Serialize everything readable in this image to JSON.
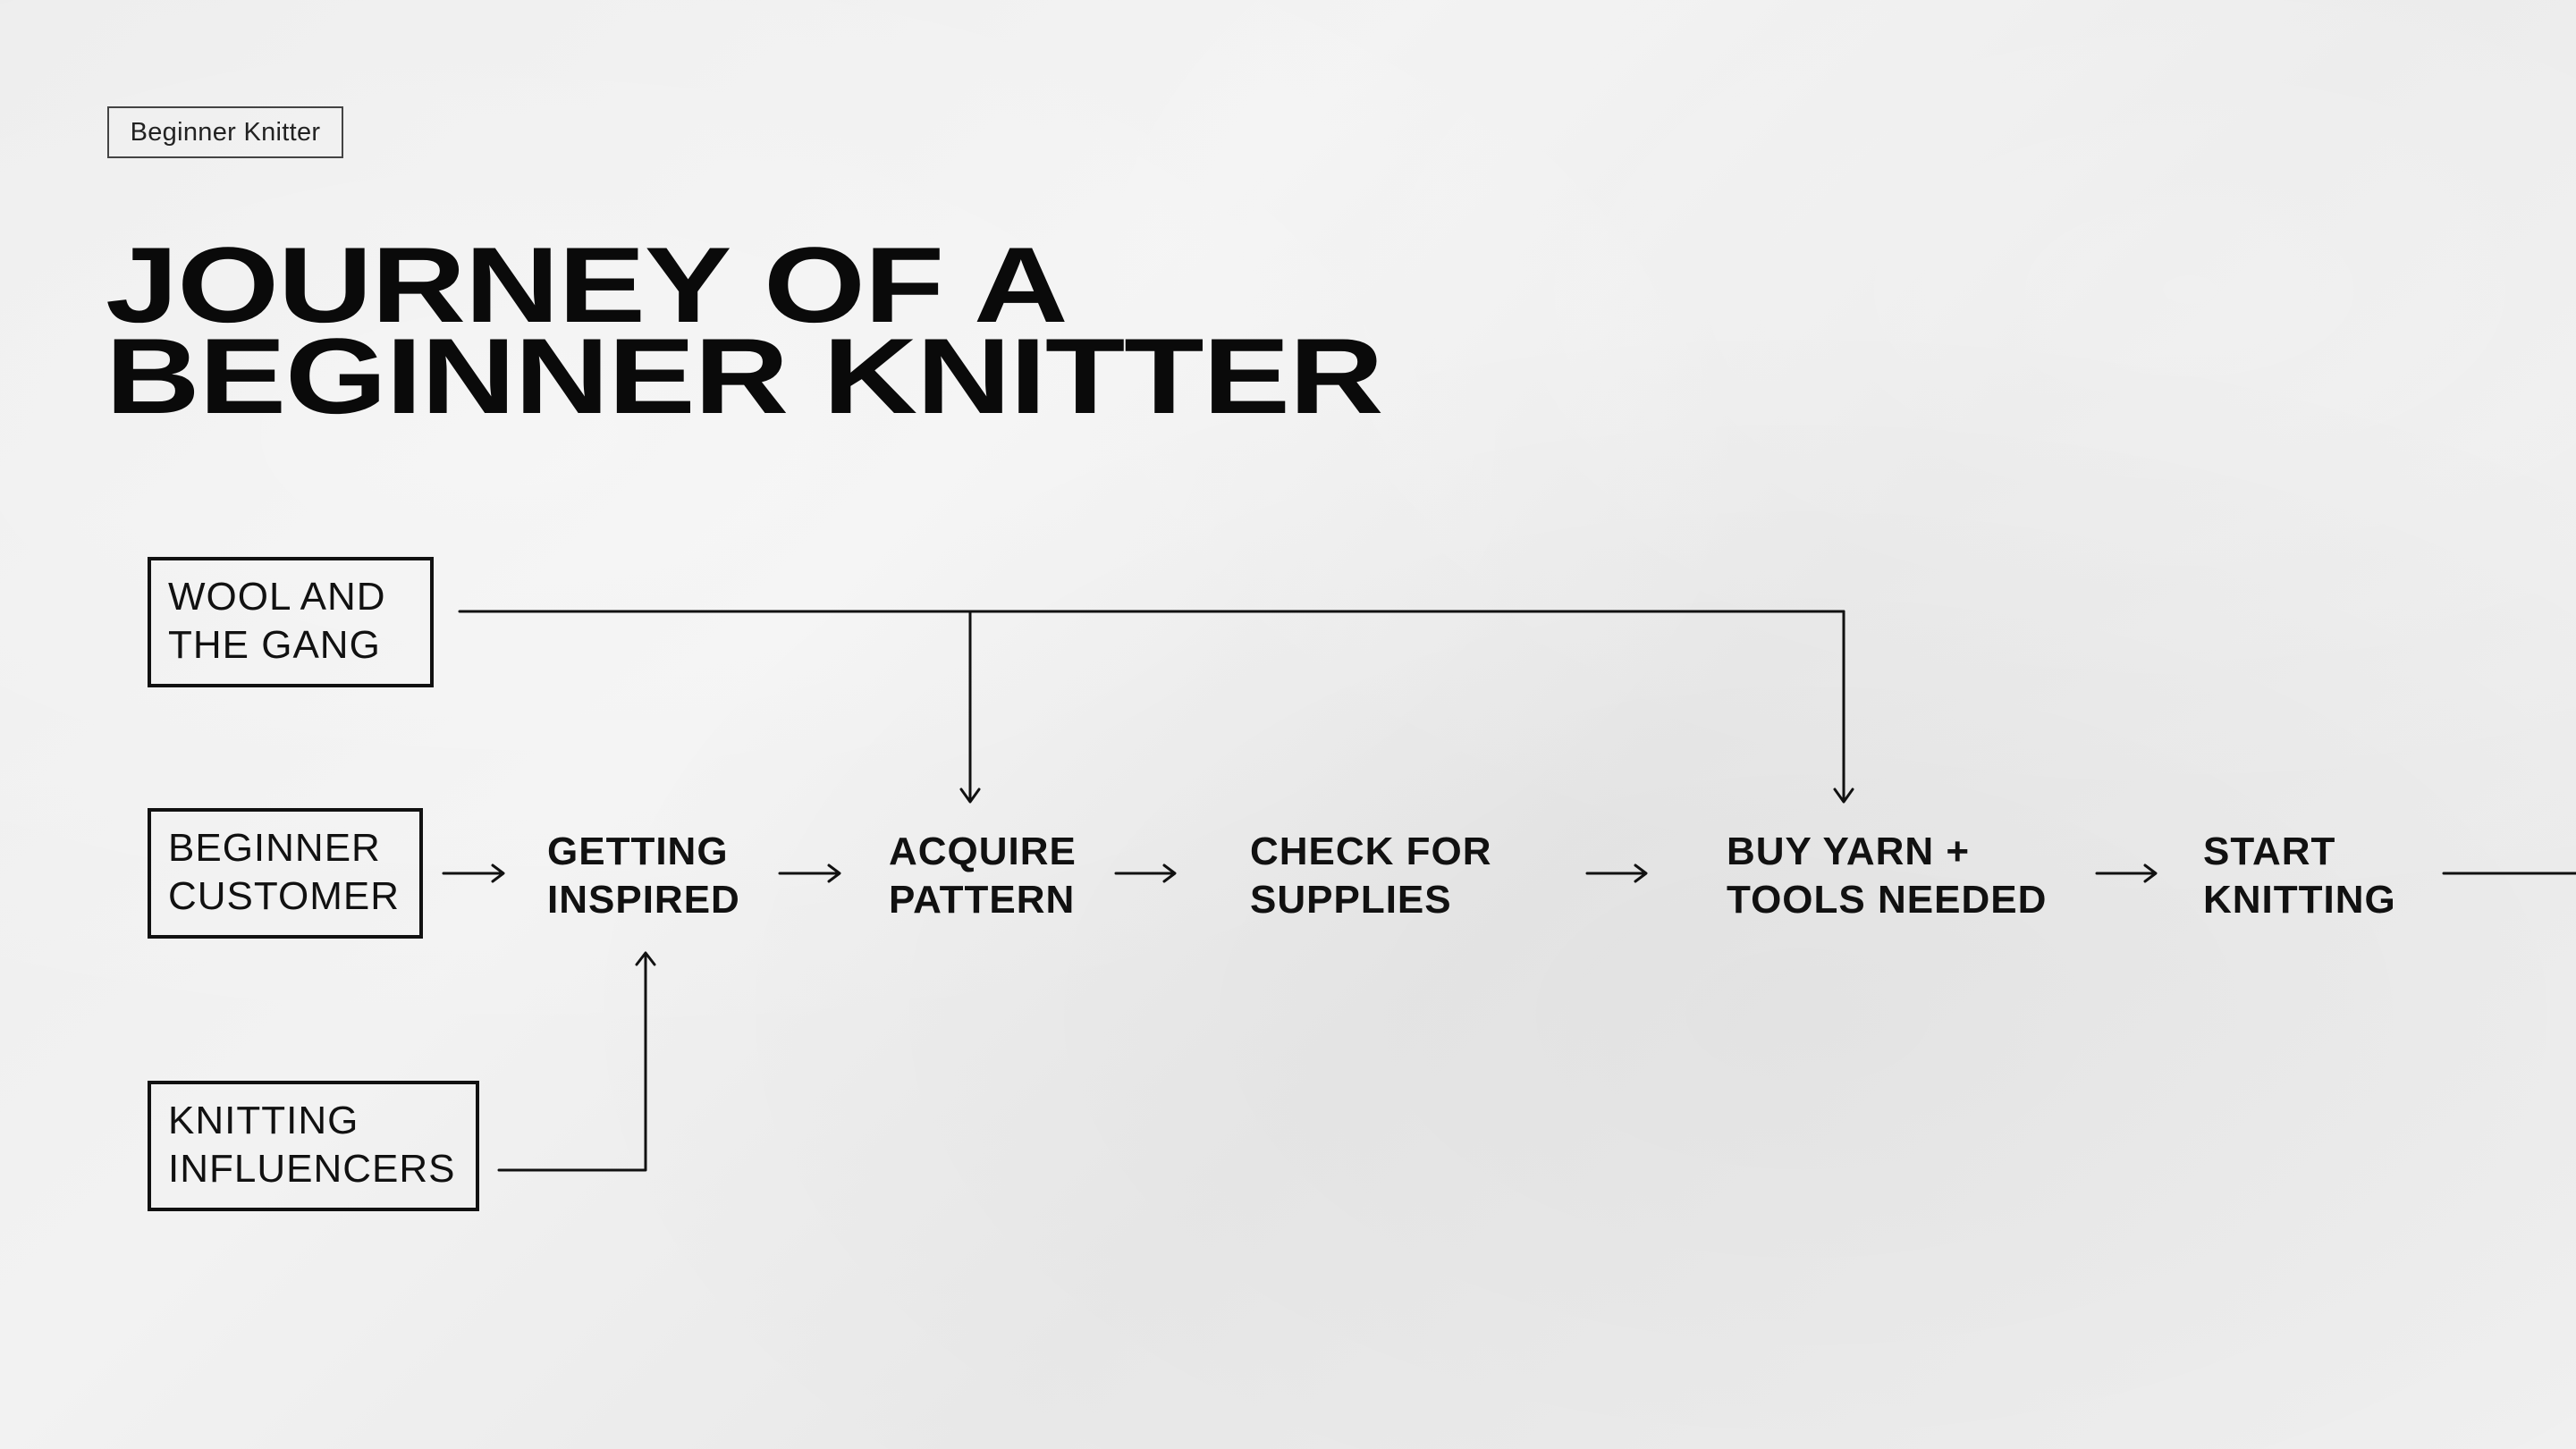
{
  "tag": "Beginner Knitter",
  "title": {
    "line1": "JOURNEY OF A",
    "line2": "BEGINNER KNITTER"
  },
  "sources": {
    "wool": [
      "WOOL AND",
      "THE GANG"
    ],
    "customer": [
      "BEGINNER",
      "CUSTOMER"
    ],
    "influencers": [
      "KNITTING",
      "INFLUENCERS"
    ]
  },
  "steps": {
    "inspired": [
      "GETTING",
      "INSPIRED"
    ],
    "pattern": [
      "ACQUIRE",
      "PATTERN"
    ],
    "supplies": [
      "CHECK FOR",
      "SUPPLIES"
    ],
    "buy": [
      "BUY YARN +",
      "TOOLS NEEDED"
    ],
    "start": [
      "START",
      "KNITTING"
    ]
  },
  "colors": {
    "ink": "#111111",
    "background": "#eeeeee"
  }
}
